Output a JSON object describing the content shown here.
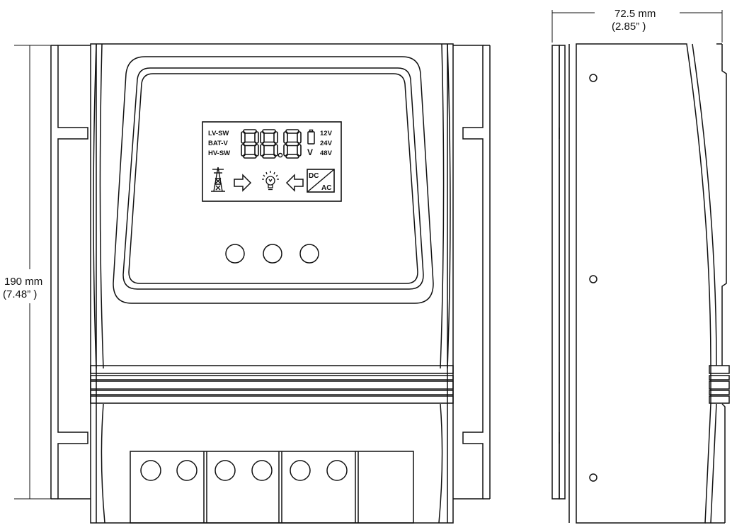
{
  "dimensions": {
    "height": {
      "value": "190 mm",
      "imperial": "(7.48” )"
    },
    "depth": {
      "value": "72.5 mm",
      "imperial": "(2.85” )"
    }
  },
  "lcd": {
    "modes": [
      "LV-SW",
      "BAT-V",
      "HV-SW"
    ],
    "voltages": [
      "12V",
      "24V",
      "48V"
    ],
    "unit": "V",
    "converter_top": "DC",
    "converter_bottom": "AC"
  },
  "icons": [
    "power-tower-icon",
    "arrow-right-icon",
    "bulb-icon",
    "arrow-left-icon",
    "battery-icon"
  ],
  "colors": {
    "line": "#111111",
    "background": "#ffffff"
  }
}
